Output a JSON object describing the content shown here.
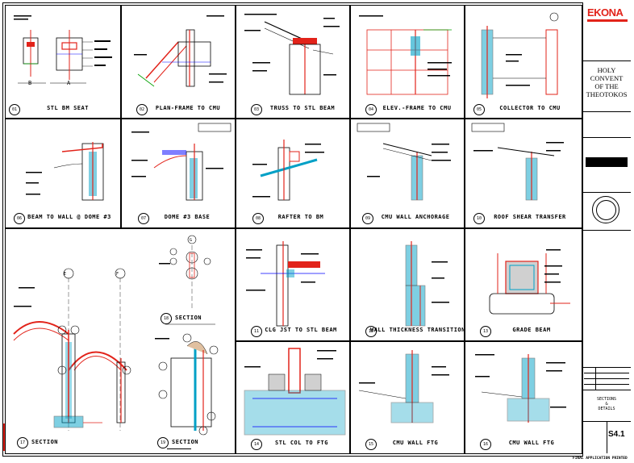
{
  "details": [
    {
      "num": "01",
      "title": "STL BM SEAT",
      "labels": [
        "B",
        "A"
      ]
    },
    {
      "num": "02",
      "title": "PLAN-FRAME TO CMU"
    },
    {
      "num": "03",
      "title": "TRUSS TO STL BEAM"
    },
    {
      "num": "04",
      "title": "ELEV.-FRAME TO CMU"
    },
    {
      "num": "05",
      "title": "COLLECTOR TO CMU"
    },
    {
      "num": "06",
      "title": "BEAM TO WALL @ DOME #3"
    },
    {
      "num": "07",
      "title": "DOME #3 BASE"
    },
    {
      "num": "08",
      "title": "RAFTER TO BM"
    },
    {
      "num": "09",
      "title": "CMU WALL ANCHORAGE"
    },
    {
      "num": "10",
      "title": "ROOF SHEAR TRANSFER"
    },
    {
      "num": "11",
      "title": "CLG JST TO STL BEAM"
    },
    {
      "num": "12",
      "title": "WALL THICKNESS TRANSITION"
    },
    {
      "num": "13",
      "title": "GRADE BEAM"
    },
    {
      "num": "14",
      "title": "STL COL TO FTG"
    },
    {
      "num": "15",
      "title": "CMU WALL FTG"
    },
    {
      "num": "16",
      "title": "CMU WALL FTG"
    },
    {
      "num": "17",
      "title": "SECTION",
      "grid": [
        "E",
        "F"
      ]
    },
    {
      "num": "18",
      "title": "SECTION",
      "grid": [
        "G"
      ]
    },
    {
      "num": "19",
      "title": "SECTION"
    }
  ],
  "title_block": {
    "firm": "EKONA",
    "project": [
      "HOLY",
      "CONVENT",
      "OF THE",
      "THEOTOKOS"
    ],
    "sheet_title": [
      "SECTIONS",
      "&",
      "DETAILS"
    ],
    "sheet_number": "S4.1"
  },
  "footer": "FINAL APPLICATION PRINTED",
  "colors": {
    "line": "#000000",
    "steel": "#e2231a",
    "concrete": "#00a0c6",
    "dim": "#00a000",
    "accent": "#0000ff"
  }
}
